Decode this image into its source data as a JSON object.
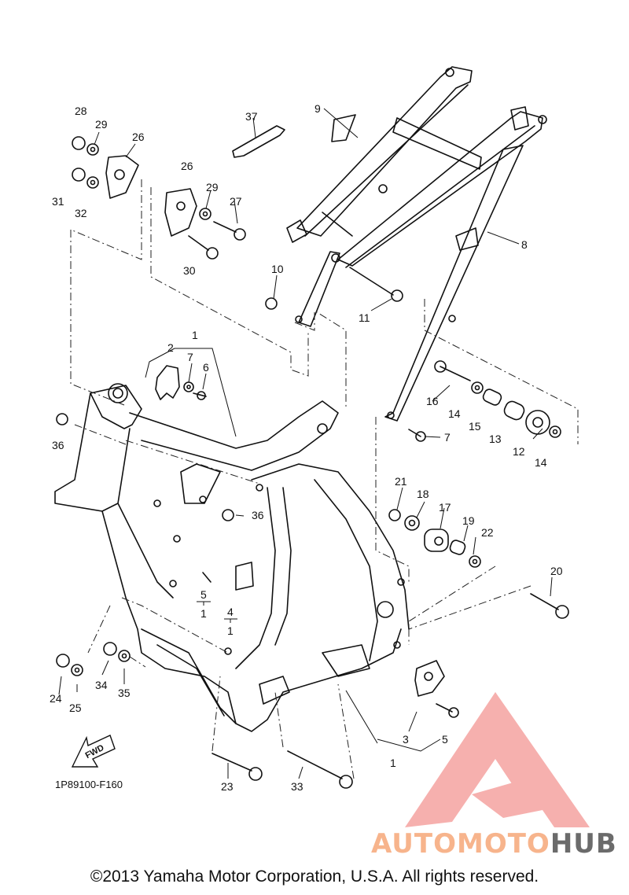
{
  "diagram_code": "1P89100-F160",
  "copyright": "©2013 Yamaha Motor Corporation, U.S.A. All rights reserved.",
  "fwd_label": "FWD",
  "watermark": {
    "part1": "AUTO",
    "part2": "MOTO",
    "part3": "HUB",
    "color_main": "#f5a3a0",
    "color_text_dark": "#6b6b6b"
  },
  "callouts": [
    {
      "id": "c28",
      "label": "28"
    },
    {
      "id": "c29a",
      "label": "29"
    },
    {
      "id": "c26a",
      "label": "26"
    },
    {
      "id": "c31",
      "label": "31"
    },
    {
      "id": "c32",
      "label": "32"
    },
    {
      "id": "c37",
      "label": "37"
    },
    {
      "id": "c9",
      "label": "9"
    },
    {
      "id": "c26b",
      "label": "26"
    },
    {
      "id": "c29b",
      "label": "29"
    },
    {
      "id": "c27",
      "label": "27"
    },
    {
      "id": "c30",
      "label": "30"
    },
    {
      "id": "c8",
      "label": "8"
    },
    {
      "id": "c10",
      "label": "10"
    },
    {
      "id": "c11",
      "label": "11"
    },
    {
      "id": "c1a",
      "label": "1"
    },
    {
      "id": "c2",
      "label": "2"
    },
    {
      "id": "c7a",
      "label": "7"
    },
    {
      "id": "c6",
      "label": "6"
    },
    {
      "id": "c16",
      "label": "16"
    },
    {
      "id": "c14a",
      "label": "14"
    },
    {
      "id": "c15",
      "label": "15"
    },
    {
      "id": "c13",
      "label": "13"
    },
    {
      "id": "c12",
      "label": "12"
    },
    {
      "id": "c14b",
      "label": "14"
    },
    {
      "id": "c36a",
      "label": "36"
    },
    {
      "id": "c7b",
      "label": "7"
    },
    {
      "id": "c21",
      "label": "21"
    },
    {
      "id": "c18",
      "label": "18"
    },
    {
      "id": "c17",
      "label": "17"
    },
    {
      "id": "c19",
      "label": "19"
    },
    {
      "id": "c22",
      "label": "22"
    },
    {
      "id": "c36b",
      "label": "36"
    },
    {
      "id": "c20",
      "label": "20"
    },
    {
      "id": "c5a",
      "label": "5"
    },
    {
      "id": "c1b",
      "label": "1"
    },
    {
      "id": "c4",
      "label": "4"
    },
    {
      "id": "c1c",
      "label": "1"
    },
    {
      "id": "c24",
      "label": "24"
    },
    {
      "id": "c25",
      "label": "25"
    },
    {
      "id": "c34",
      "label": "34"
    },
    {
      "id": "c35",
      "label": "35"
    },
    {
      "id": "c3",
      "label": "3"
    },
    {
      "id": "c5b",
      "label": "5"
    },
    {
      "id": "c1d",
      "label": "1"
    },
    {
      "id": "c23",
      "label": "23"
    },
    {
      "id": "c33",
      "label": "33"
    }
  ]
}
